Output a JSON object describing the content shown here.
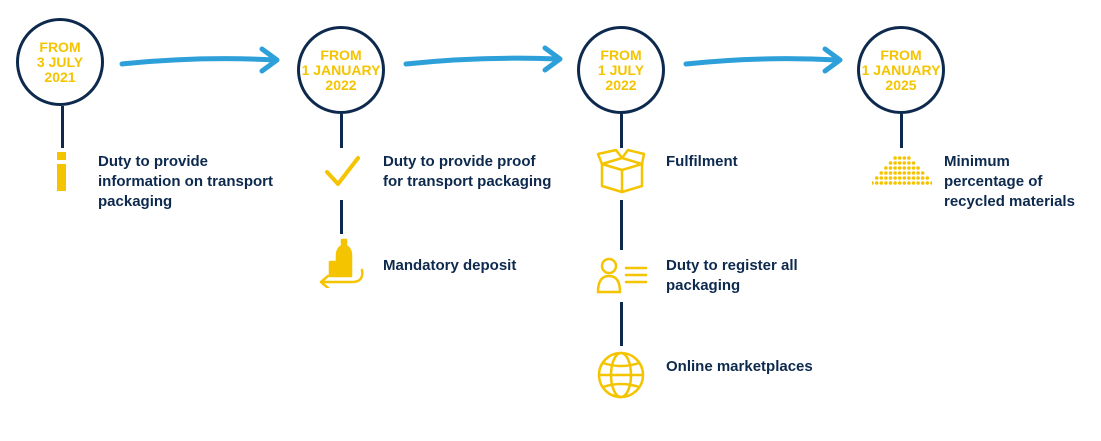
{
  "colors": {
    "navy": "#0d2a4e",
    "yellow": "#f5c400",
    "blue": "#2d9fd9"
  },
  "milestones": [
    {
      "date_line1": "FROM",
      "date_line2": "3 JULY",
      "date_line3": "2021",
      "items": [
        {
          "icon": "info-icon",
          "label": "Duty to provide\ninformation on transport\npackaging"
        }
      ]
    },
    {
      "date_line1": "FROM",
      "date_line2": "1 JANUARY",
      "date_line3": "2022",
      "items": [
        {
          "icon": "checkmark-icon",
          "label": "Duty to provide proof\nfor transport packaging"
        },
        {
          "icon": "bottle-deposit-icon",
          "label": "Mandatory deposit"
        }
      ]
    },
    {
      "date_line1": "FROM",
      "date_line2": "1 JULY",
      "date_line3": "2022",
      "items": [
        {
          "icon": "open-box-icon",
          "label": "Fulfilment"
        },
        {
          "icon": "person-register-icon",
          "label": "Duty to register all\npackaging"
        },
        {
          "icon": "globe-icon",
          "label": "Online marketplaces"
        }
      ]
    },
    {
      "date_line1": "FROM",
      "date_line2": "1 JANUARY",
      "date_line3": "2025",
      "items": [
        {
          "icon": "recycled-pile-icon",
          "label": "Minimum\npercentage of\nrecycled materials"
        }
      ]
    }
  ]
}
